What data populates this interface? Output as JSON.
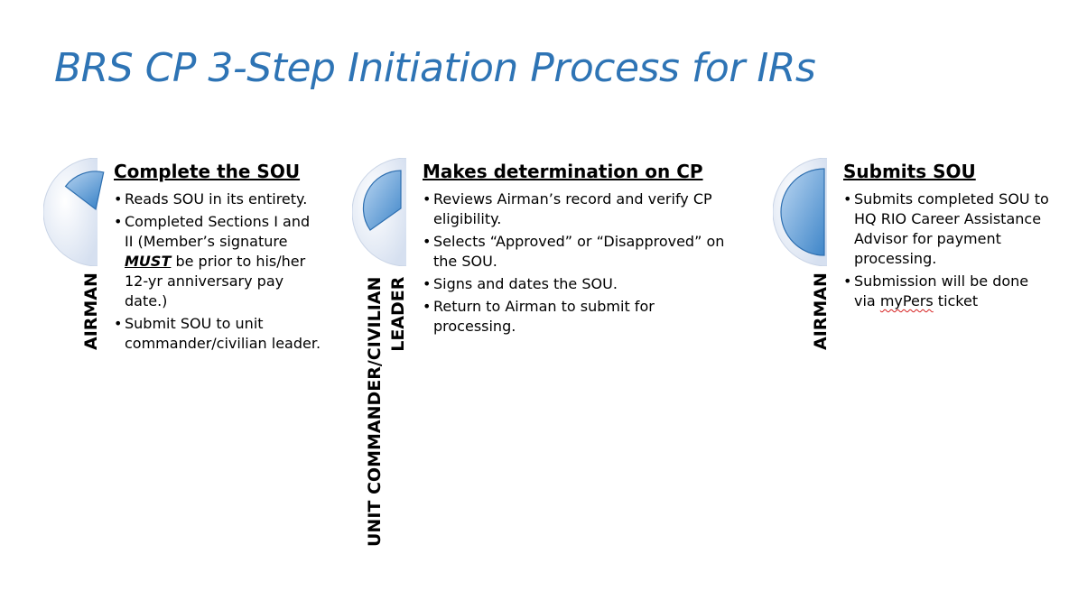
{
  "title": "BRS CP 3-Step Initiation Process for IRs",
  "colors": {
    "title": "#2e74b5",
    "pie_light": "#e9eef8",
    "pie_blue": "#5b9bd5",
    "pie_dark": "#2e75b6"
  },
  "steps": [
    {
      "role": "AIRMAN",
      "heading": "Complete the SOU",
      "bullets": [
        {
          "text": "Reads SOU in its entirety."
        },
        {
          "pre": "Completed Sections I and II (Member’s signature ",
          "emph": "MUST",
          "post": " be prior to his/her 12-yr anniversary pay date.)"
        },
        {
          "text": "Submit SOU to unit commander/civilian leader."
        }
      ]
    },
    {
      "role": "UNIT COMMANDER/CIVILIAN LEADER",
      "role_line1": "UNIT COMMANDER/CIVILIAN",
      "role_line2": "LEADER",
      "heading": "Makes determination on CP",
      "bullets": [
        {
          "text": "Reviews Airman’s record and verify CP eligibility."
        },
        {
          "text": "Selects “Approved” or “Disapproved” on the SOU."
        },
        {
          "text": "Signs and dates the SOU."
        },
        {
          "text": "Return to Airman to submit for processing."
        }
      ]
    },
    {
      "role": "AIRMAN",
      "heading": "Submits SOU",
      "bullets": [
        {
          "text": "Submits completed SOU to HQ RIO Career Assistance Advisor for payment processing."
        },
        {
          "pre": "Submission will be done via ",
          "emph": "myPers",
          "post": " ticket"
        }
      ]
    }
  ]
}
